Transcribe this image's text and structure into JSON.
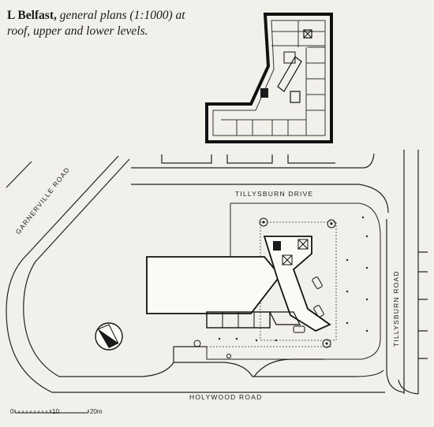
{
  "caption": {
    "lead": "L Belfast,",
    "rest": " general plans (1:1000) at roof, upper and lower levels."
  },
  "roads": {
    "tillysburn_drive": "TILLYSBURN DRIVE",
    "garnerville_road": "GARNERVILLE ROAD",
    "tillysburn_road": "TILLYSBURN ROAD",
    "holywood_road": "HOLYWOOD ROAD"
  },
  "scale_bar": {
    "start": "0",
    "mid": "10",
    "end": "20m"
  },
  "colors": {
    "paper": "#f2f0ea",
    "ink": "#222222",
    "fill_dark": "#1a1a1a"
  }
}
